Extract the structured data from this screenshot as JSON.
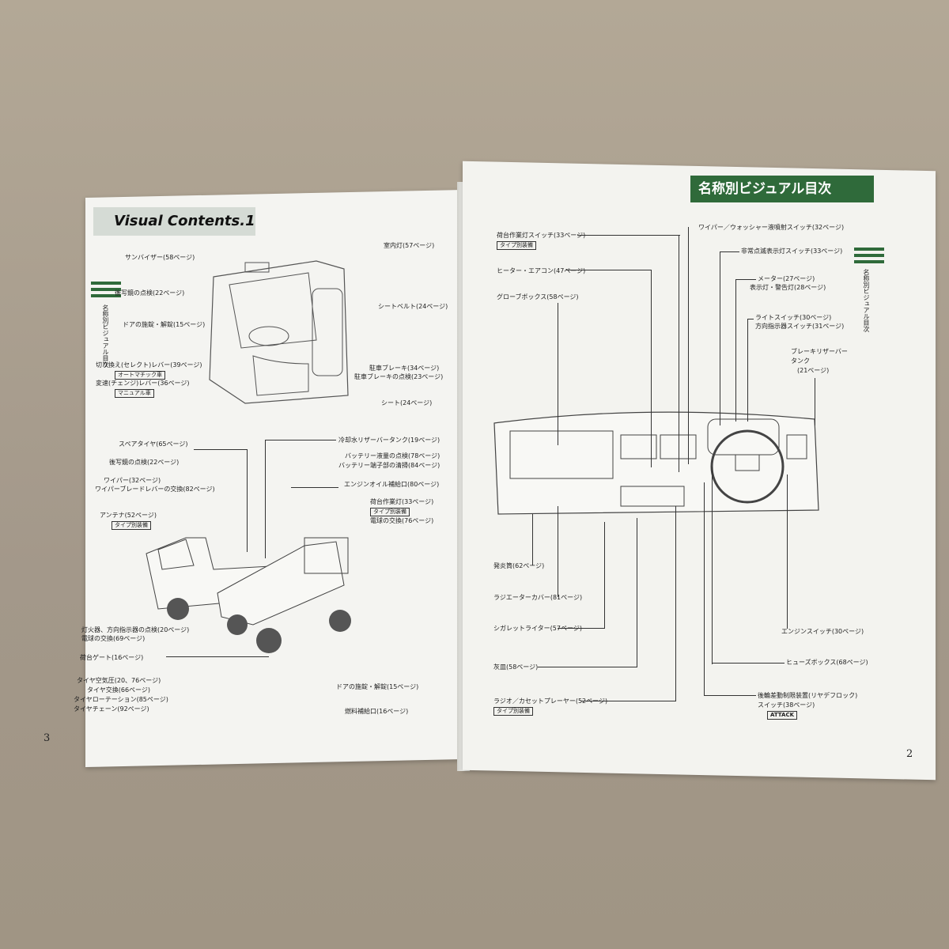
{
  "left_page": {
    "title": "Visual Contents.1",
    "side_label": "名称別ビジュアル目次",
    "page_number": "3",
    "cab_labels": [
      "サンバイザー(58ページ)",
      "室内灯(57ページ)",
      "後写鏡の点検(22ページ)",
      "シートベルト(24ページ)",
      "ドアの施錠・解錠(15ページ)",
      "切り換え(セレクト)レバー(39ページ)",
      "オートマチック車",
      "変速(チェンジ)レバー(36ページ)",
      "マニュアル車",
      "駐車ブレーキ(34ページ)",
      "駐車ブレーキの点検(23ページ)",
      "シート(24ページ)"
    ],
    "truck_labels": [
      "スペアタイヤ(65ページ)",
      "冷却水リザーバータンク(19ページ)",
      "後写鏡の点検(22ページ)",
      "バッテリー液量の点検(78ページ)",
      "バッテリー端子部の清掃(84ページ)",
      "ワイパー(32ページ)",
      "ワイパーブレードレバーの交換(82ページ)",
      "エンジンオイル補給口(80ページ)",
      "アンテナ(52ページ)",
      "タイプ別装備",
      "荷台作業灯(33ページ)",
      "タイプ別装備",
      "電球の交換(76ページ)",
      "灯火器、方向指示器の点検(20ページ)",
      "電球の交換(69ページ)",
      "荷台ゲート(16ページ)",
      "タイヤ空気圧(20、76ページ)",
      "タイヤ交換(66ページ)",
      "タイヤローテーション(85ページ)",
      "タイヤチェーン(92ページ)",
      "ドアの施錠・解錠(15ページ)",
      "燃料補給口(16ページ)"
    ]
  },
  "right_page": {
    "title": "名称別ビジュアル目次",
    "side_label": "名称別ビジュアル目次",
    "page_number": "2",
    "labels": [
      "荷台作業灯スイッチ(33ページ)",
      "タイプ別装備",
      "ワイパー／ウォッシャー液噴射スイッチ(32ページ)",
      "非常点滅表示灯スイッチ(33ページ)",
      "ヒーター・エアコン(47ページ)",
      "メーター(27ページ)",
      "表示灯・警告灯(28ページ)",
      "グローブボックス(58ページ)",
      "ライトスイッチ(30ページ)",
      "方向指示器スイッチ(31ページ)",
      "ブレーキリザーバー",
      "タンク",
      "(21ページ)",
      "発炎筒(62ページ)",
      "ラジエーターカバー(81ページ)",
      "シガレットライター(57ページ)",
      "エンジンスイッチ(30ページ)",
      "ヒューズボックス(68ページ)",
      "灰皿(58ページ)",
      "後輪差動制限装置(リヤデフロック)",
      "ラジオ／カセットプレーヤー(52ページ)",
      "スイッチ(38ページ)",
      "タイプ別装備",
      "ATTACK"
    ]
  },
  "colors": {
    "accent_green": "#2f6a3a",
    "paper": "#f3f3ef",
    "table": "#a89d8e"
  }
}
